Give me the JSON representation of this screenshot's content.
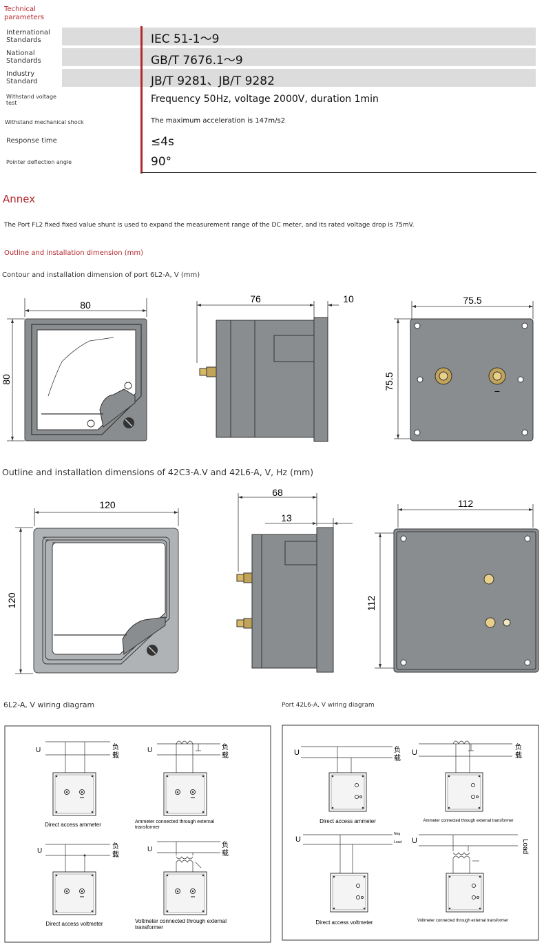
{
  "technical_title": "Technical parameters",
  "params": [
    {
      "label": "International Standards",
      "value": "IEC 51-1～9"
    },
    {
      "label": "National Standards",
      "value": "GB/T 7676.1～9"
    },
    {
      "label": "Industry Standard",
      "value": "JB/T 9281、JB/T 9282"
    },
    {
      "label": "Withstand voltage test",
      "value": "Frequency 50Hz, voltage 2000V, duration 1min"
    },
    {
      "label": "Withstand mechanical shock",
      "value": "The maximum acceleration is 147m/s2"
    },
    {
      "label": "Response time",
      "value": "≤4s"
    },
    {
      "label": "Pointer deflection angle",
      "value": "90°"
    }
  ],
  "annex_title": "Annex",
  "annex_text": "The Port FL2 fixed fixed value shunt is used to expand the measurement range of the DC meter, and its rated voltage drop is 75mV.",
  "outline_heading": "Outline and installation dimension (mm)",
  "section1": {
    "caption": "Contour and installation dimension of port 6L2-A, V (mm)",
    "front_w": "80",
    "front_h": "80",
    "side_depth": "76",
    "side_flange": "10",
    "back_w": "75.5",
    "back_h": "75.5",
    "minus": "−"
  },
  "section2": {
    "caption": "Outline and installation dimensions of 42C3-A.V and 42L6-A, V, Hz (mm)",
    "front_w": "120",
    "front_h": "120",
    "side_depth": "68",
    "side_flange": "13",
    "back_w": "112",
    "back_h": "112"
  },
  "wiring": {
    "left_title": "6L2-A, V wiring diagram",
    "right_title": "Port 42L6-A, V wiring diagram",
    "U": "U",
    "load_cn": "负",
    "load_cn2": "载",
    "load_en": "Load",
    "neg_tiny": "Neg",
    "load_tiny": "Load",
    "left_captions": [
      "Direct access ammeter",
      "Ammeter connected through external transformer",
      "Direct access voltmeter",
      "Voltmeter connected through external transformer"
    ],
    "right_captions": [
      "Direct access ammeter",
      "Ammeter connected through external transformer",
      "Direct access voltmeter",
      "Voltmeter connected through external transformer"
    ]
  },
  "colors": {
    "accent": "#b3262b",
    "meter_gray": "#8a8d8f",
    "bar_gray": "#dcdcdc"
  }
}
